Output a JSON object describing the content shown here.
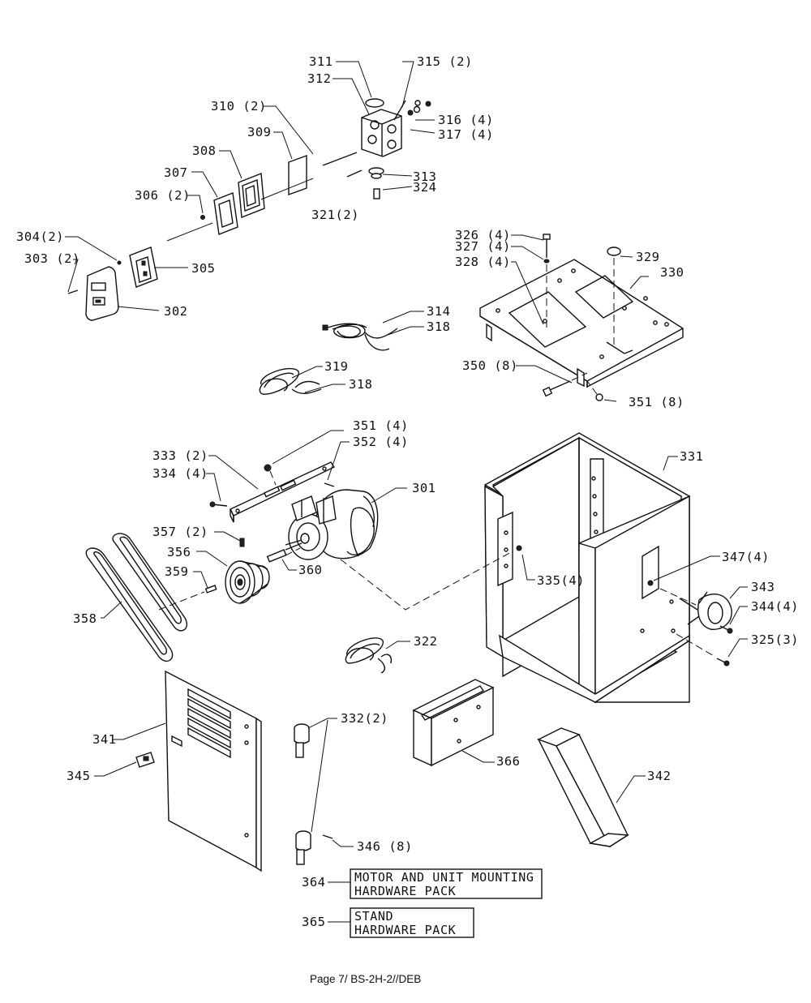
{
  "labels": {
    "p311": "311",
    "p315": "315 (2)",
    "p312": "312",
    "p310": "310 (2)",
    "p316": "316 (4)",
    "p317": "317 (4)",
    "p309": "309",
    "p308": "308",
    "p307": "307",
    "p313": "313",
    "p324": "324",
    "p306": "306 (2)",
    "p321": "321(2)",
    "p304": "304(2)",
    "p303": "303 (2)",
    "p305": "305",
    "p302": "302",
    "p326": "326 (4)",
    "p327": "327 (4)",
    "p328": "328 (4)",
    "p329": "329",
    "p330": "330",
    "p314": "314",
    "p318a": "318",
    "p319": "319",
    "p318b": "318",
    "p350": "350 (8)",
    "p351a": "351 (8)",
    "p351b": "351 (4)",
    "p352": "352 (4)",
    "p333": "333 (2)",
    "p334": "334 (4)",
    "p301": "301",
    "p331": "331",
    "p357": "357 (2)",
    "p356": "356",
    "p359": "359",
    "p360": "360",
    "p347": "347(4)",
    "p335": "335(4)",
    "p343": "343",
    "p344": "344(4)",
    "p358": "358",
    "p325": "325(3)",
    "p322": "322",
    "p332": "332(2)",
    "p341": "341",
    "p366": "366",
    "p345": "345",
    "p342": "342",
    "p346": "346 (8)",
    "p364": "364",
    "p365": "365"
  },
  "packs": {
    "motor_line1": "MOTOR AND UNIT MOUNTING",
    "motor_line2": "HARDWARE PACK",
    "stand_line1": "STAND",
    "stand_line2": "HARDWARE PACK"
  },
  "footer": "Page 7/ BS-2H-2//DEB"
}
